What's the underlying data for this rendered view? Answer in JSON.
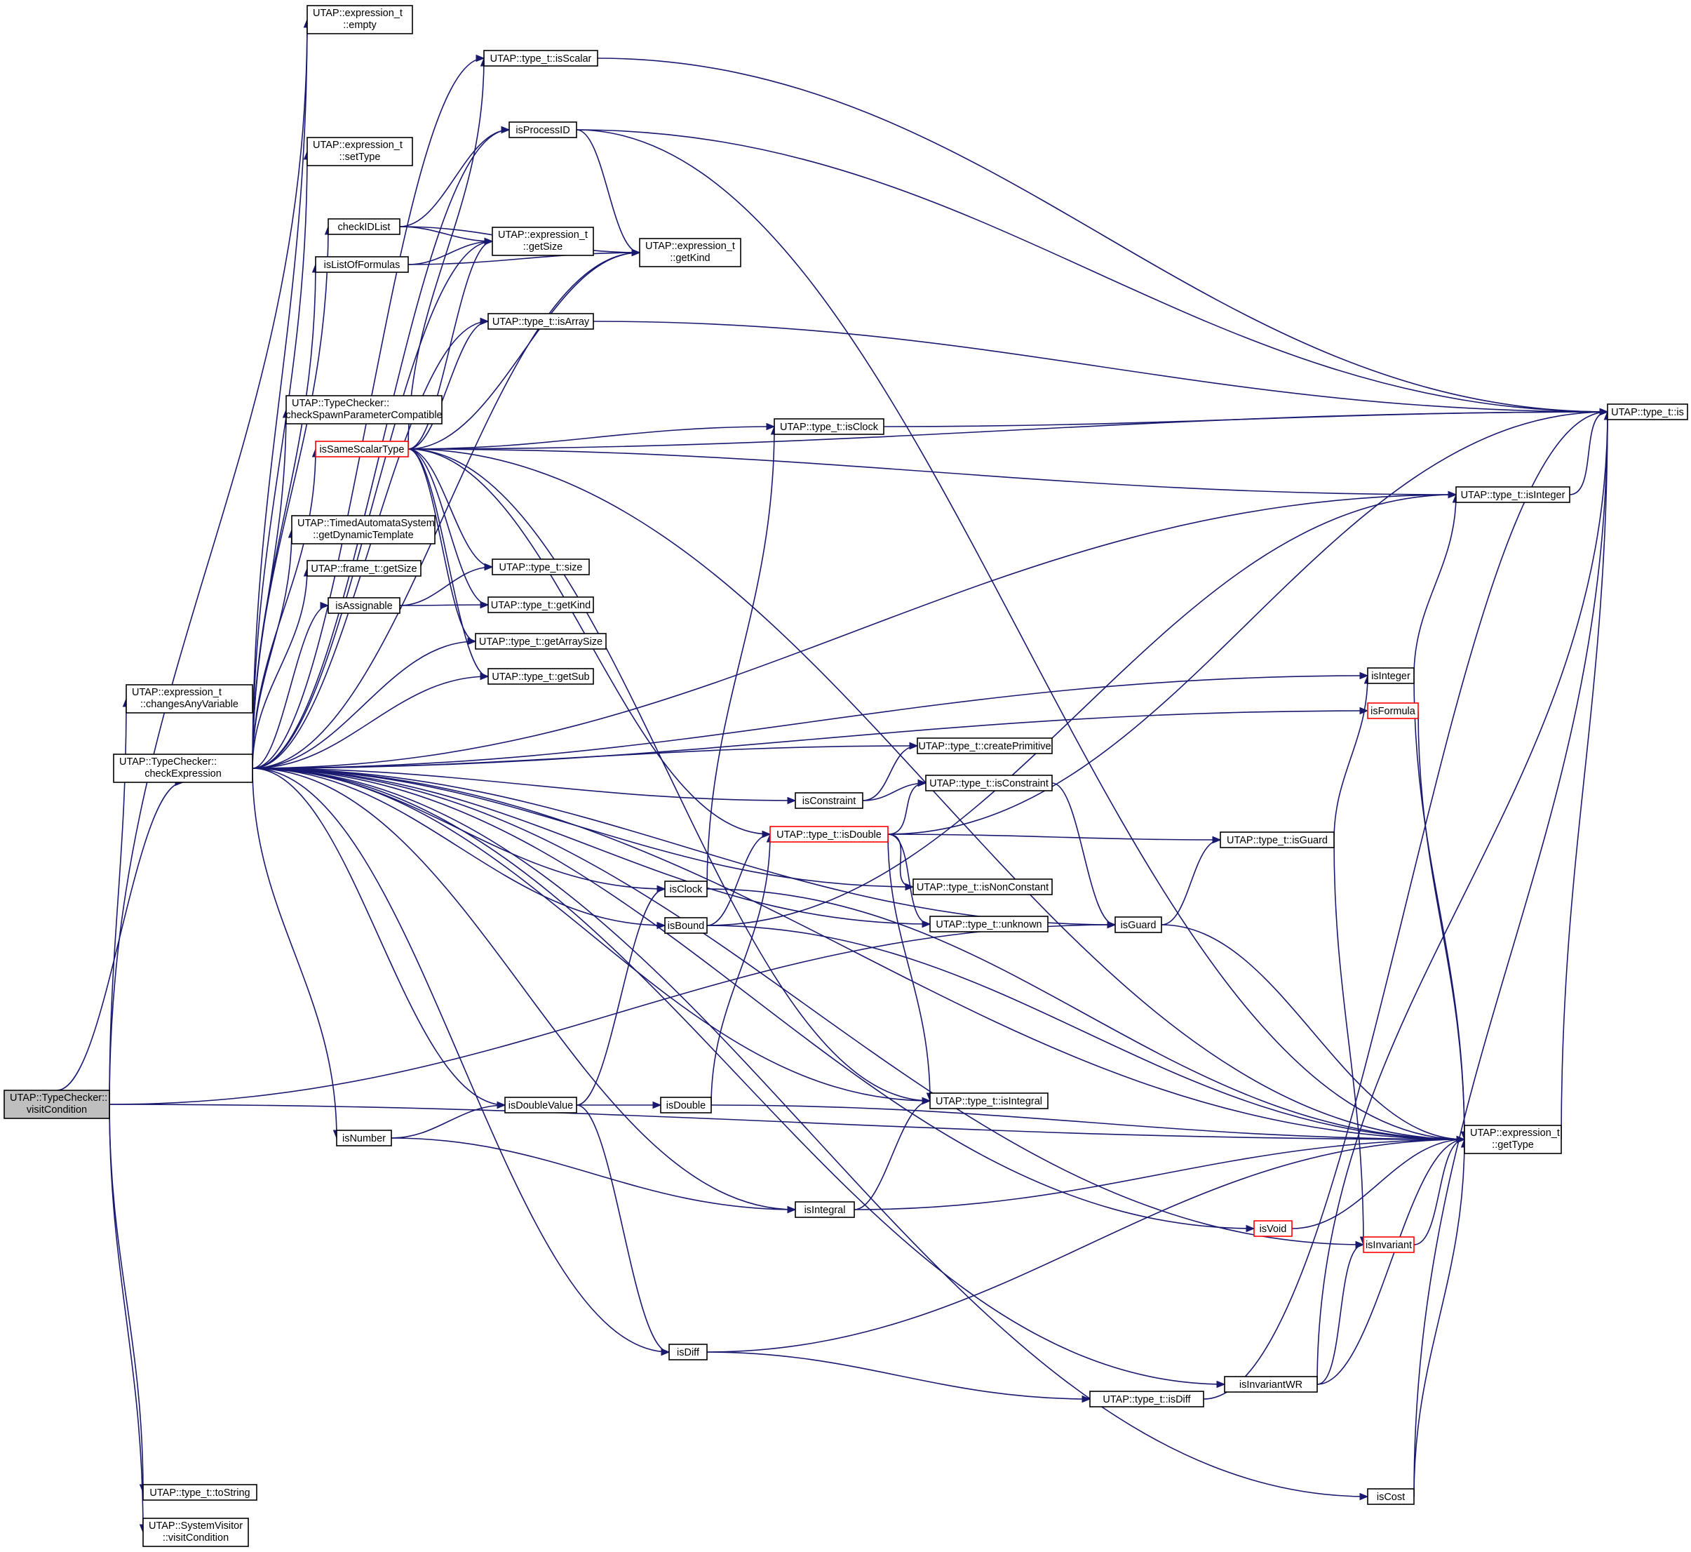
{
  "diagram": {
    "type": "call-graph",
    "colors": {
      "edge": "#191970",
      "root_fill": "#bfbfbf",
      "node_border": "#000000",
      "highlight_border": "#ff0000",
      "background": "#ffffff"
    },
    "nodes": [
      {
        "id": "visitCondition",
        "lines": [
          "UTAP::TypeChecker::",
          "visitCondition"
        ],
        "root": true
      },
      {
        "id": "changesAnyVariable",
        "lines": [
          "UTAP::expression_t",
          "::changesAnyVariable"
        ]
      },
      {
        "id": "checkExpression",
        "lines": [
          "UTAP::TypeChecker::",
          "checkExpression"
        ]
      },
      {
        "id": "toString",
        "lines": [
          "UTAP::type_t::toString"
        ]
      },
      {
        "id": "sysVisitCondition",
        "lines": [
          "UTAP::SystemVisitor",
          "::visitCondition"
        ]
      },
      {
        "id": "empty",
        "lines": [
          "UTAP::expression_t",
          "::empty"
        ]
      },
      {
        "id": "setType",
        "lines": [
          "UTAP::expression_t",
          "::setType"
        ]
      },
      {
        "id": "checkIDList",
        "lines": [
          "checkIDList"
        ]
      },
      {
        "id": "isListOfFormulas",
        "lines": [
          "isListOfFormulas"
        ]
      },
      {
        "id": "checkSpawn",
        "lines": [
          "UTAP::TypeChecker::",
          "checkSpawnParameterCompatible"
        ]
      },
      {
        "id": "isSameScalarType",
        "lines": [
          "isSameScalarType"
        ],
        "highlight": true
      },
      {
        "id": "getDynamicTemplate",
        "lines": [
          "UTAP::TimedAutomataSystem",
          "::getDynamicTemplate"
        ]
      },
      {
        "id": "frameGetSize",
        "lines": [
          "UTAP::frame_t::getSize"
        ]
      },
      {
        "id": "isAssignable",
        "lines": [
          "isAssignable"
        ]
      },
      {
        "id": "isNumber",
        "lines": [
          "isNumber"
        ]
      },
      {
        "id": "isScalar",
        "lines": [
          "UTAP::type_t::isScalar"
        ]
      },
      {
        "id": "isProcessID",
        "lines": [
          "isProcessID"
        ]
      },
      {
        "id": "exprGetSize",
        "lines": [
          "UTAP::expression_t",
          "::getSize"
        ]
      },
      {
        "id": "exprGetKind",
        "lines": [
          "UTAP::expression_t",
          "::getKind"
        ]
      },
      {
        "id": "isArray",
        "lines": [
          "UTAP::type_t::isArray"
        ]
      },
      {
        "id": "typeSize",
        "lines": [
          "UTAP::type_t::size"
        ]
      },
      {
        "id": "typeGetKind",
        "lines": [
          "UTAP::type_t::getKind"
        ]
      },
      {
        "id": "getArraySize",
        "lines": [
          "UTAP::type_t::getArraySize"
        ]
      },
      {
        "id": "getSub",
        "lines": [
          "UTAP::type_t::getSub"
        ]
      },
      {
        "id": "isDoubleValue",
        "lines": [
          "isDoubleValue"
        ]
      },
      {
        "id": "isClockType",
        "lines": [
          "UTAP::type_t::isClock"
        ]
      },
      {
        "id": "createPrimitive",
        "lines": [
          "UTAP::type_t::createPrimitive"
        ]
      },
      {
        "id": "isConstraintType",
        "lines": [
          "UTAP::type_t::isConstraint"
        ]
      },
      {
        "id": "isConstraint",
        "lines": [
          "isConstraint"
        ]
      },
      {
        "id": "isDoubleType",
        "lines": [
          "UTAP::type_t::isDouble"
        ],
        "highlight": true
      },
      {
        "id": "isNonConstant",
        "lines": [
          "UTAP::type_t::isNonConstant"
        ]
      },
      {
        "id": "unknown",
        "lines": [
          "UTAP::type_t::unknown"
        ]
      },
      {
        "id": "isClock",
        "lines": [
          "isClock"
        ]
      },
      {
        "id": "isBound",
        "lines": [
          "isBound"
        ]
      },
      {
        "id": "isDouble",
        "lines": [
          "isDouble"
        ]
      },
      {
        "id": "isIntegralType",
        "lines": [
          "UTAP::type_t::isIntegral"
        ]
      },
      {
        "id": "isIntegral",
        "lines": [
          "isIntegral"
        ]
      },
      {
        "id": "isDiff",
        "lines": [
          "isDiff"
        ]
      },
      {
        "id": "isDiffType",
        "lines": [
          "UTAP::type_t::isDiff"
        ]
      },
      {
        "id": "isInteger",
        "lines": [
          "isInteger"
        ]
      },
      {
        "id": "isFormula",
        "lines": [
          "isFormula"
        ],
        "highlight": true
      },
      {
        "id": "isGuardType",
        "lines": [
          "UTAP::type_t::isGuard"
        ]
      },
      {
        "id": "isGuard",
        "lines": [
          "isGuard"
        ]
      },
      {
        "id": "isVoid",
        "lines": [
          "isVoid"
        ],
        "highlight": true
      },
      {
        "id": "isInvariant",
        "lines": [
          "isInvariant"
        ],
        "highlight": true
      },
      {
        "id": "isInvariantWR",
        "lines": [
          "isInvariantWR"
        ]
      },
      {
        "id": "isCost",
        "lines": [
          "isCost"
        ]
      },
      {
        "id": "isIntegerType",
        "lines": [
          "UTAP::type_t::isInteger"
        ]
      },
      {
        "id": "typeIs",
        "lines": [
          "UTAP::type_t::is"
        ]
      },
      {
        "id": "getType",
        "lines": [
          "UTAP::expression_t",
          "::getType"
        ]
      }
    ],
    "edges": [
      [
        "visitCondition",
        "changesAnyVariable"
      ],
      [
        "visitCondition",
        "checkExpression"
      ],
      [
        "visitCondition",
        "empty"
      ],
      [
        "visitCondition",
        "toString"
      ],
      [
        "visitCondition",
        "sysVisitCondition"
      ],
      [
        "visitCondition",
        "isGuard"
      ],
      [
        "visitCondition",
        "getType"
      ],
      [
        "checkExpression",
        "empty"
      ],
      [
        "checkExpression",
        "isScalar"
      ],
      [
        "checkExpression",
        "exprGetKind"
      ],
      [
        "checkExpression",
        "setType"
      ],
      [
        "checkExpression",
        "isProcessID"
      ],
      [
        "checkExpression",
        "checkIDList"
      ],
      [
        "checkExpression",
        "exprGetSize"
      ],
      [
        "checkExpression",
        "isListOfFormulas"
      ],
      [
        "checkExpression",
        "isArray"
      ],
      [
        "checkExpression",
        "checkSpawn"
      ],
      [
        "checkExpression",
        "isSameScalarType"
      ],
      [
        "checkExpression",
        "getDynamicTemplate"
      ],
      [
        "checkExpression",
        "frameGetSize"
      ],
      [
        "checkExpression",
        "isAssignable"
      ],
      [
        "checkExpression",
        "getArraySize"
      ],
      [
        "checkExpression",
        "getSub"
      ],
      [
        "checkExpression",
        "isIntegerType"
      ],
      [
        "checkExpression",
        "isInteger"
      ],
      [
        "checkExpression",
        "isFormula"
      ],
      [
        "checkExpression",
        "createPrimitive"
      ],
      [
        "checkExpression",
        "isConstraint"
      ],
      [
        "checkExpression",
        "isNonConstant"
      ],
      [
        "checkExpression",
        "isClock"
      ],
      [
        "checkExpression",
        "isBound"
      ],
      [
        "checkExpression",
        "unknown"
      ],
      [
        "checkExpression",
        "isGuard"
      ],
      [
        "checkExpression",
        "isDoubleValue"
      ],
      [
        "checkExpression",
        "isNumber"
      ],
      [
        "checkExpression",
        "isIntegralType"
      ],
      [
        "checkExpression",
        "isIntegral"
      ],
      [
        "checkExpression",
        "isVoid"
      ],
      [
        "checkExpression",
        "isInvariant"
      ],
      [
        "checkExpression",
        "getType"
      ],
      [
        "checkExpression",
        "isDiff"
      ],
      [
        "checkExpression",
        "isInvariantWR"
      ],
      [
        "checkExpression",
        "isCost"
      ],
      [
        "checkIDList",
        "isProcessID"
      ],
      [
        "checkIDList",
        "exprGetSize"
      ],
      [
        "checkIDList",
        "exprGetKind"
      ],
      [
        "isListOfFormulas",
        "exprGetSize"
      ],
      [
        "isListOfFormulas",
        "exprGetKind"
      ],
      [
        "isProcessID",
        "exprGetKind"
      ],
      [
        "isProcessID",
        "typeIs"
      ],
      [
        "isProcessID",
        "getType"
      ],
      [
        "isScalar",
        "typeIs"
      ],
      [
        "isArray",
        "typeIs"
      ],
      [
        "isClockType",
        "typeIs"
      ],
      [
        "isSameScalarType",
        "isScalar"
      ],
      [
        "isSameScalarType",
        "exprGetSize"
      ],
      [
        "isSameScalarType",
        "exprGetKind"
      ],
      [
        "isSameScalarType",
        "isArray"
      ],
      [
        "isSameScalarType",
        "typeIs"
      ],
      [
        "isSameScalarType",
        "isClockType"
      ],
      [
        "isSameScalarType",
        "isIntegerType"
      ],
      [
        "isSameScalarType",
        "typeSize"
      ],
      [
        "isSameScalarType",
        "typeGetKind"
      ],
      [
        "isSameScalarType",
        "getArraySize"
      ],
      [
        "isSameScalarType",
        "getSub"
      ],
      [
        "isSameScalarType",
        "isDoubleType"
      ],
      [
        "isSameScalarType",
        "isIntegralType"
      ],
      [
        "isSameScalarType",
        "getType"
      ],
      [
        "isAssignable",
        "typeSize"
      ],
      [
        "isAssignable",
        "typeGetKind"
      ],
      [
        "isConstraint",
        "createPrimitive"
      ],
      [
        "isConstraint",
        "isConstraintType"
      ],
      [
        "isDoubleType",
        "isConstraintType"
      ],
      [
        "isDoubleType",
        "typeIs"
      ],
      [
        "isDoubleType",
        "isGuardType"
      ],
      [
        "isDoubleType",
        "isNonConstant"
      ],
      [
        "isDoubleType",
        "unknown"
      ],
      [
        "isDoubleType",
        "isIntegralType"
      ],
      [
        "isConstraintType",
        "isGuard"
      ],
      [
        "isClock",
        "isClockType"
      ],
      [
        "isClock",
        "getType"
      ],
      [
        "isBound",
        "isDoubleType"
      ],
      [
        "isBound",
        "isIntegerType"
      ],
      [
        "isBound",
        "getType"
      ],
      [
        "isDoubleValue",
        "isClock"
      ],
      [
        "isDoubleValue",
        "isDouble"
      ],
      [
        "isDoubleValue",
        "isDiff"
      ],
      [
        "isDouble",
        "isDoubleType"
      ],
      [
        "isDouble",
        "getType"
      ],
      [
        "isNumber",
        "isDoubleValue"
      ],
      [
        "isNumber",
        "isIntegral"
      ],
      [
        "isIntegral",
        "isIntegralType"
      ],
      [
        "isIntegral",
        "getType"
      ],
      [
        "isDiff",
        "getType"
      ],
      [
        "isDiff",
        "isDiffType"
      ],
      [
        "isDiffType",
        "typeIs"
      ],
      [
        "isInteger",
        "isIntegerType"
      ],
      [
        "isInteger",
        "getType"
      ],
      [
        "isFormula",
        "getType"
      ],
      [
        "isGuard",
        "isGuardType"
      ],
      [
        "isGuard",
        "getType"
      ],
      [
        "isGuardType",
        "isInteger"
      ],
      [
        "isGuardType",
        "isInvariant"
      ],
      [
        "isVoid",
        "getType"
      ],
      [
        "isInvariant",
        "getType"
      ],
      [
        "isInvariantWR",
        "isInvariant"
      ],
      [
        "isInvariantWR",
        "getType"
      ],
      [
        "isInvariantWR",
        "typeIs"
      ],
      [
        "isCost",
        "getType"
      ],
      [
        "isCost",
        "typeIs"
      ],
      [
        "isIntegerType",
        "typeIs"
      ],
      [
        "getType",
        "typeIs"
      ]
    ]
  }
}
